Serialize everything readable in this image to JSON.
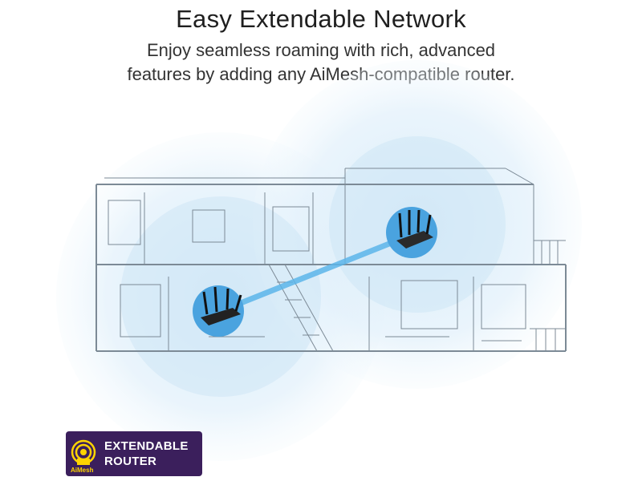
{
  "title": "Easy Extendable Network",
  "subtitle": {
    "line1": "Enjoy seamless roaming with rich, advanced",
    "line2": "features by adding any AiMesh-compatible router."
  },
  "badge": {
    "line1": "EXTENDABLE",
    "line2": "ROUTER",
    "logo_text": "AiMesh",
    "icon": "aimesh-router-icon",
    "background": "#3b1f5c",
    "accent": "#ffd400"
  },
  "colors": {
    "signal": "#cfe6f6",
    "router_highlight": "#4aa3df",
    "link": "#5cb6ea"
  }
}
